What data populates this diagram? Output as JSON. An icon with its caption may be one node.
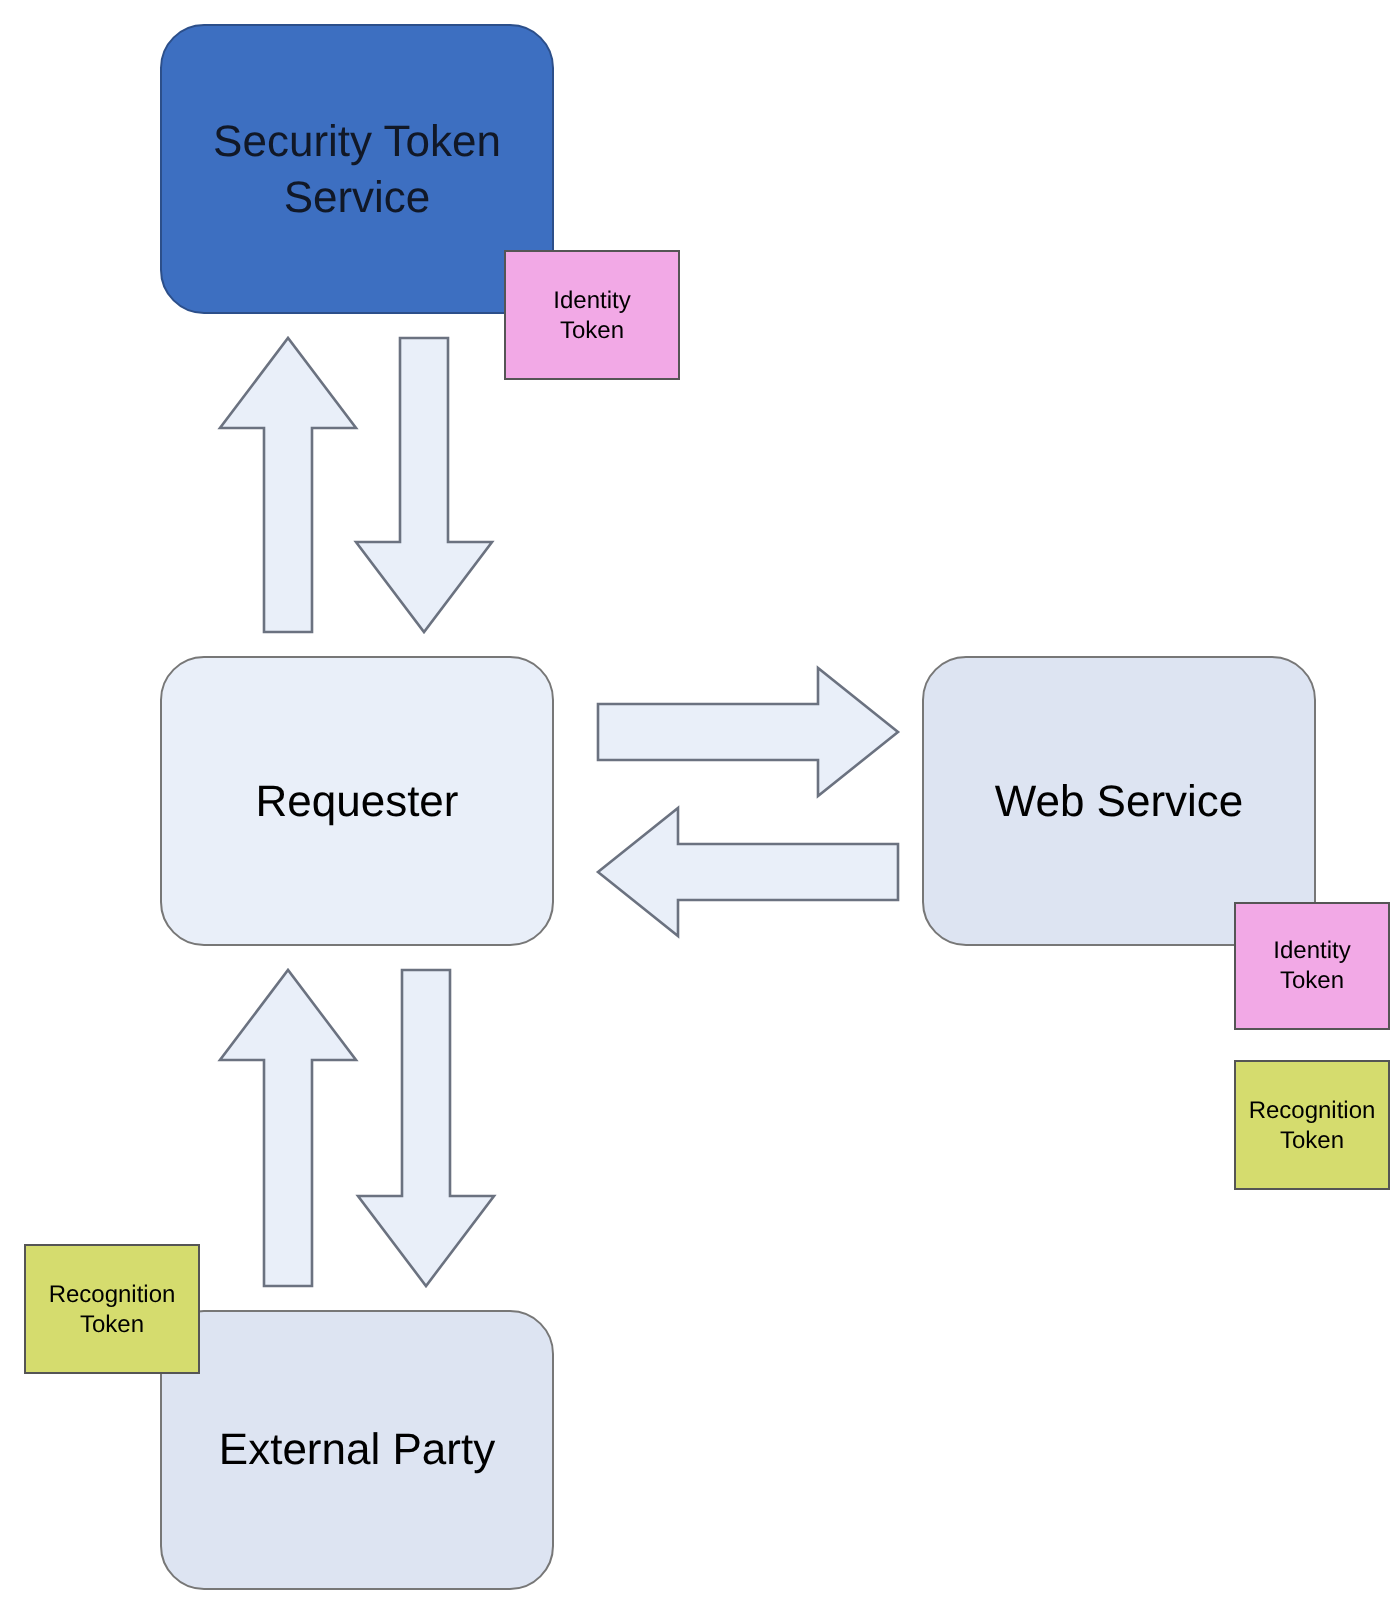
{
  "diagram": {
    "nodes": [
      {
        "text": [
          "Security Token Service"
        ]
      },
      {
        "text": [
          "Identity Token"
        ]
      },
      {
        "text": [
          "Requester"
        ]
      },
      {
        "text": [
          "Web Service"
        ]
      },
      {
        "text": [
          "Identity Token"
        ]
      },
      {
        "text": [
          "Recognition Token"
        ]
      },
      {
        "text": [
          "Recognition Token"
        ]
      },
      {
        "text": [
          "External Party"
        ]
      }
    ],
    "edges": [
      {
        "from": 2,
        "to": 0,
        "arrow": "to"
      },
      {
        "from": 0,
        "to": 2,
        "arrow": "to"
      },
      {
        "from": 2,
        "to": 3,
        "arrow": "to"
      },
      {
        "from": 3,
        "to": 2,
        "arrow": "to"
      },
      {
        "from": 2,
        "to": 7,
        "arrow": "to"
      },
      {
        "from": 7,
        "to": 2,
        "arrow": "to"
      }
    ]
  }
}
